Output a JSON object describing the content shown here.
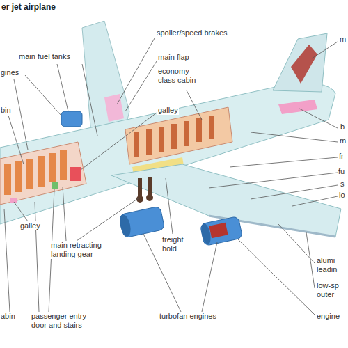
{
  "diagram": {
    "title": "er jet airplane",
    "labels": [
      "spoiler/speed brakes",
      "main fuel tanks",
      "gines",
      "main flap",
      "economy class cabin",
      "galley",
      "bin",
      "galley",
      "main retracting landing gear",
      "freight hold",
      "abin",
      "passenger entry door and stairs",
      "turbofan engines",
      "engine",
      "alumi leadin",
      "low-sp outer",
      "m",
      "b",
      "m",
      "fr",
      "fu",
      "s",
      "lo"
    ]
  }
}
